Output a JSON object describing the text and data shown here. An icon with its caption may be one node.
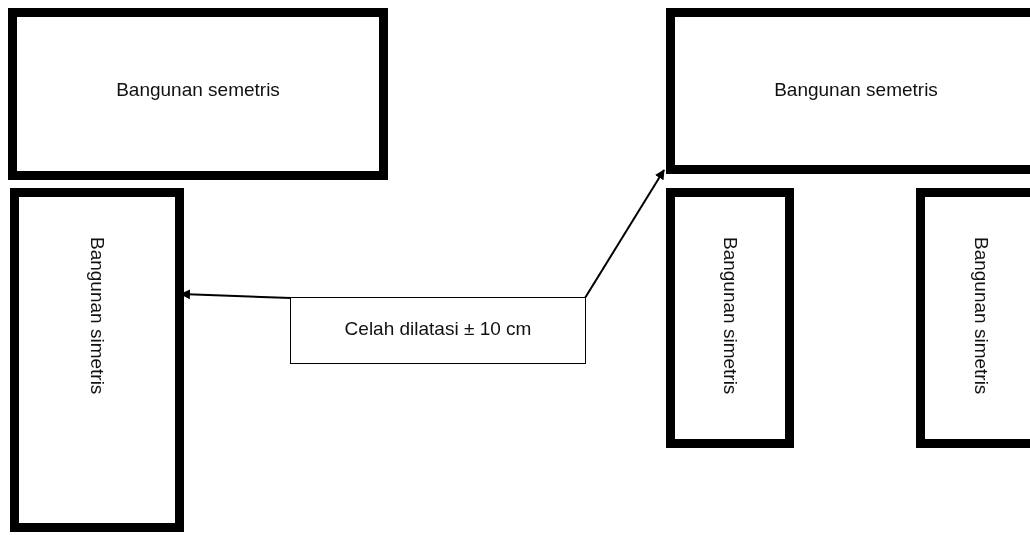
{
  "diagram": {
    "nodes": [
      {
        "text": [
          "Bangunan semetris"
        ]
      },
      {
        "text": [
          "Bangunan semetris"
        ]
      },
      {
        "text": [
          "Bangunan simetris"
        ]
      },
      {
        "text": [
          "Celah dilatasi ± 10 cm"
        ]
      },
      {
        "text": [
          "Bangunan simetris"
        ]
      },
      {
        "text": [
          "Bangunan simetris"
        ]
      }
    ],
    "edges": [
      {
        "from": 3,
        "to": 2,
        "arrow": "to"
      },
      {
        "from": 3,
        "to": 1,
        "arrow": "to"
      }
    ]
  }
}
